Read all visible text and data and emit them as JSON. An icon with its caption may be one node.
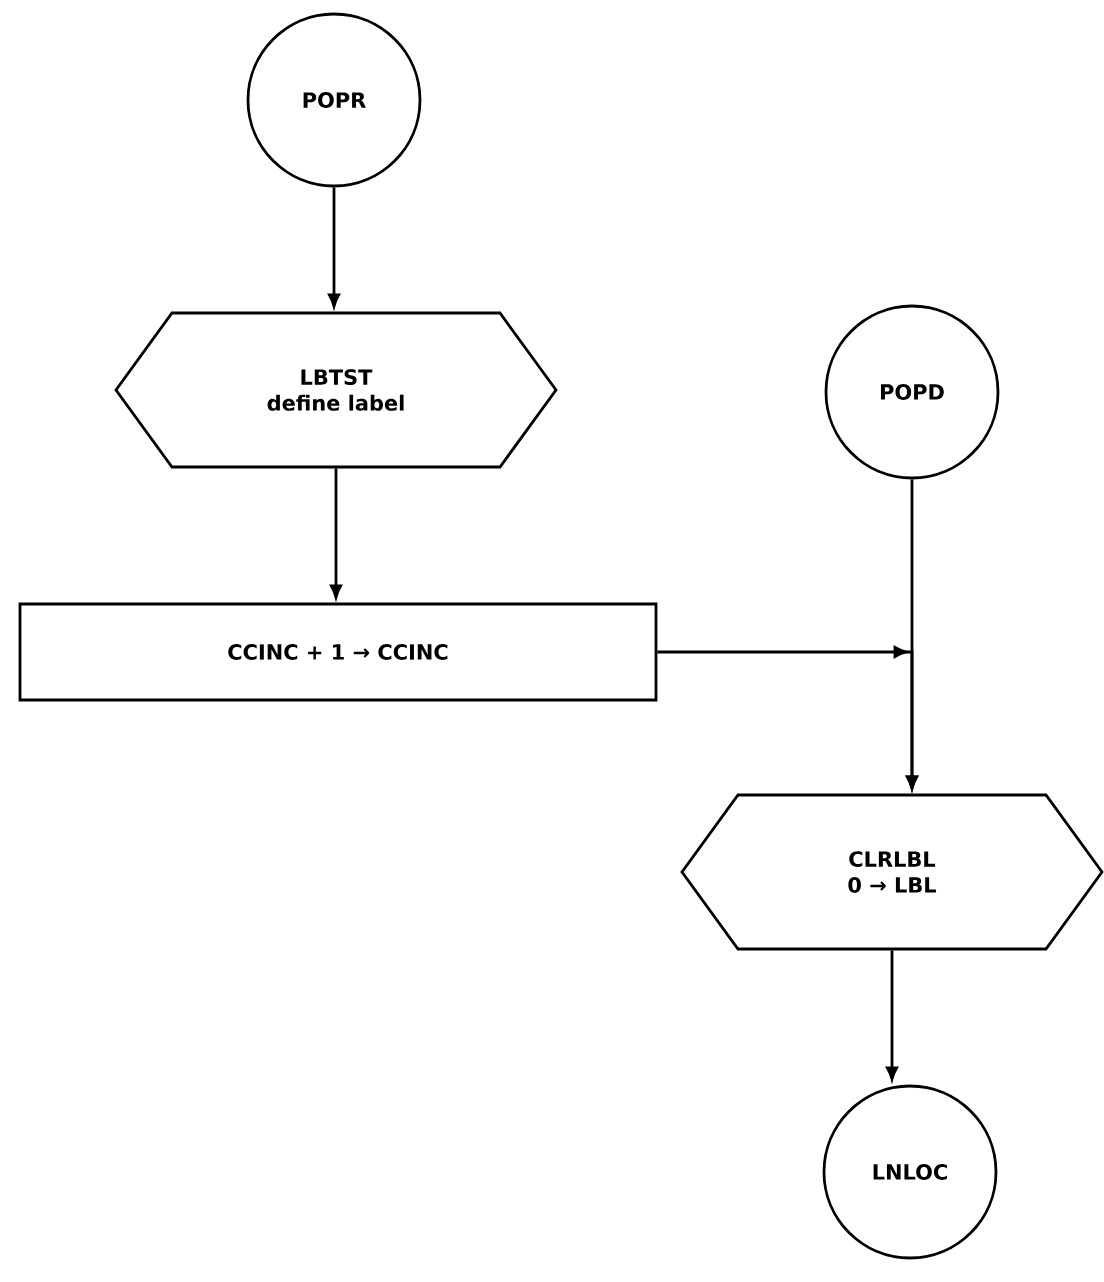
{
  "diagram": {
    "nodes": [
      {
        "text": [
          "POPR"
        ]
      },
      {
        "text": [
          "LBTST",
          "define label"
        ]
      },
      {
        "text": [
          "CCINC + 1 → CCINC"
        ]
      },
      {
        "text": [
          "POPD"
        ]
      },
      {
        "text": [
          "CLRLBL",
          "0 → LBL"
        ]
      },
      {
        "text": [
          "LNLOC"
        ]
      }
    ],
    "edges": [
      {
        "from": 0,
        "to": 1,
        "arrow": "to"
      },
      {
        "from": 1,
        "to": 2,
        "arrow": "to"
      },
      {
        "from": 2,
        "to": 4,
        "arrow": "to"
      },
      {
        "from": 3,
        "to": 4,
        "arrow": "to"
      },
      {
        "from": 4,
        "to": 5,
        "arrow": "to"
      }
    ]
  }
}
